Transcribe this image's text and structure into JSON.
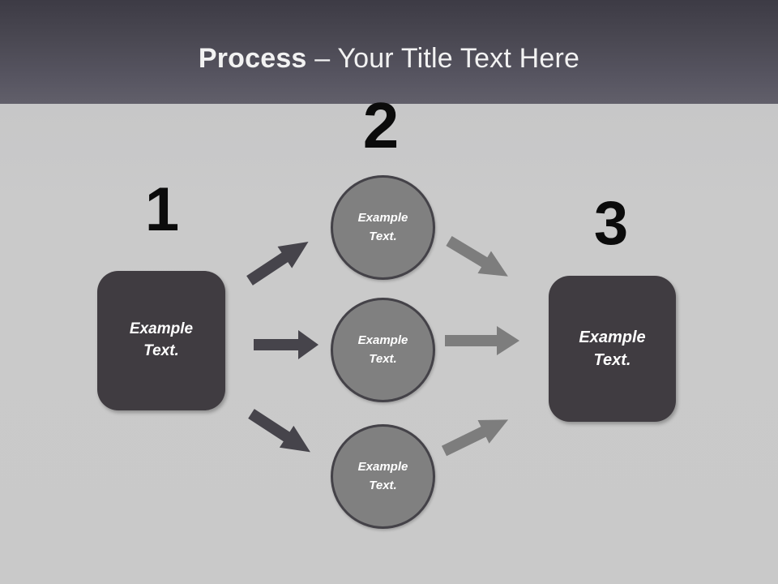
{
  "slide": {
    "title": {
      "bold_part": "Process",
      "rest_part": " – Your Title Text Here",
      "full": "Process – Your Title Text Here"
    },
    "colors": {
      "header_top": "#3d3b45",
      "header_bottom": "#615f6a",
      "background": "#c9c9c9",
      "box_fill": "#403c41",
      "circle_fill": "#808080",
      "circle_stroke": "#444248",
      "arrow_dark": "#46444b",
      "arrow_light": "#7d7d7d",
      "number_color": "#0b0b0b",
      "text_on_dark": "#ffffff",
      "title_color": "#f2f2f2"
    }
  },
  "steps": [
    {
      "number": "1",
      "label": "Example\nText."
    },
    {
      "number": "2",
      "label": "Example\nText."
    },
    {
      "number": "3",
      "label": "Example\nText."
    }
  ],
  "stage_one": {
    "number": "1",
    "box_label_line1": "Example",
    "box_label_line2": "Text."
  },
  "stage_two": {
    "number": "2",
    "circles": [
      {
        "line1": "Example",
        "line2": "Text."
      },
      {
        "line1": "Example",
        "line2": "Text."
      },
      {
        "line1": "Example",
        "line2": "Text."
      }
    ]
  },
  "stage_three": {
    "number": "3",
    "box_label_line1": "Example",
    "box_label_line2": "Text."
  },
  "connectors": {
    "left": [
      {
        "name": "arrow-up-right",
        "direction": "up-right",
        "color": "#46444b"
      },
      {
        "name": "arrow-right",
        "direction": "right",
        "color": "#46444b"
      },
      {
        "name": "arrow-down-right",
        "direction": "down-right",
        "color": "#46444b"
      }
    ],
    "right": [
      {
        "name": "arrow-down-right",
        "direction": "down-right",
        "color": "#7d7d7d"
      },
      {
        "name": "arrow-right",
        "direction": "right",
        "color": "#7d7d7d"
      },
      {
        "name": "arrow-up-right",
        "direction": "up-right",
        "color": "#7d7d7d"
      }
    ]
  }
}
